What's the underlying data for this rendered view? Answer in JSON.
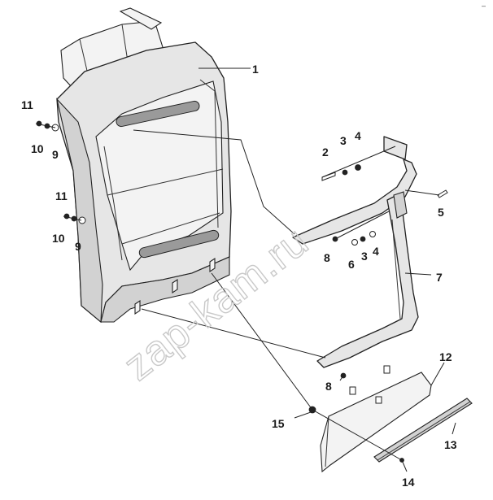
{
  "corner_mark": "–",
  "watermark": "zap-kam.ru",
  "callouts": [
    "1",
    "2",
    "3",
    "4",
    "5",
    "6",
    "3",
    "4",
    "7",
    "8",
    "8",
    "9",
    "9",
    "10",
    "10",
    "11",
    "11",
    "12",
    "13",
    "14",
    "15"
  ]
}
